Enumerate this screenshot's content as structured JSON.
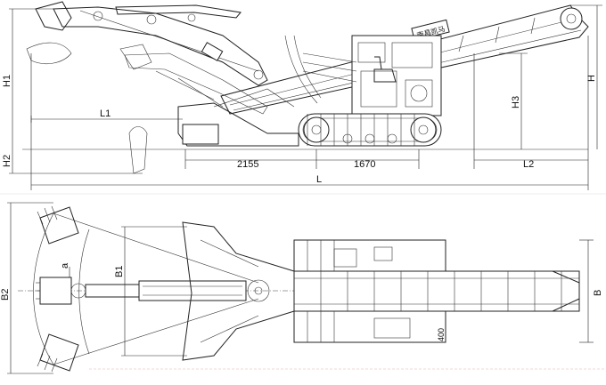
{
  "side_view": {
    "brand": "南昌凯马",
    "labels": {
      "L1": "L1",
      "L": "L",
      "L2": "L2",
      "H": "H",
      "H1": "H1",
      "H2": "H2",
      "H3": "H3"
    },
    "dims": {
      "d1": "2155",
      "d2": "1670"
    }
  },
  "top_view": {
    "labels": {
      "B": "B",
      "B1": "B1",
      "B2": "B2",
      "a": "a"
    },
    "dims": {
      "d3": "400"
    }
  }
}
